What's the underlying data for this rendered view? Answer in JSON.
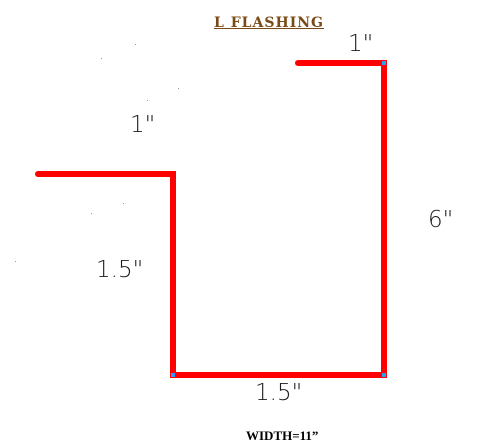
{
  "title": "L  FLASHING",
  "width_label": "WIDTH=11”",
  "dimensions": {
    "top_lip": "1\"",
    "left_lip": "1\"",
    "left_side": "1.5\"",
    "bottom": "1.5\"",
    "right_side": "6\""
  },
  "colors": {
    "line": "#ff0000",
    "joint": "#3399ff",
    "title": "#7a4a16"
  }
}
